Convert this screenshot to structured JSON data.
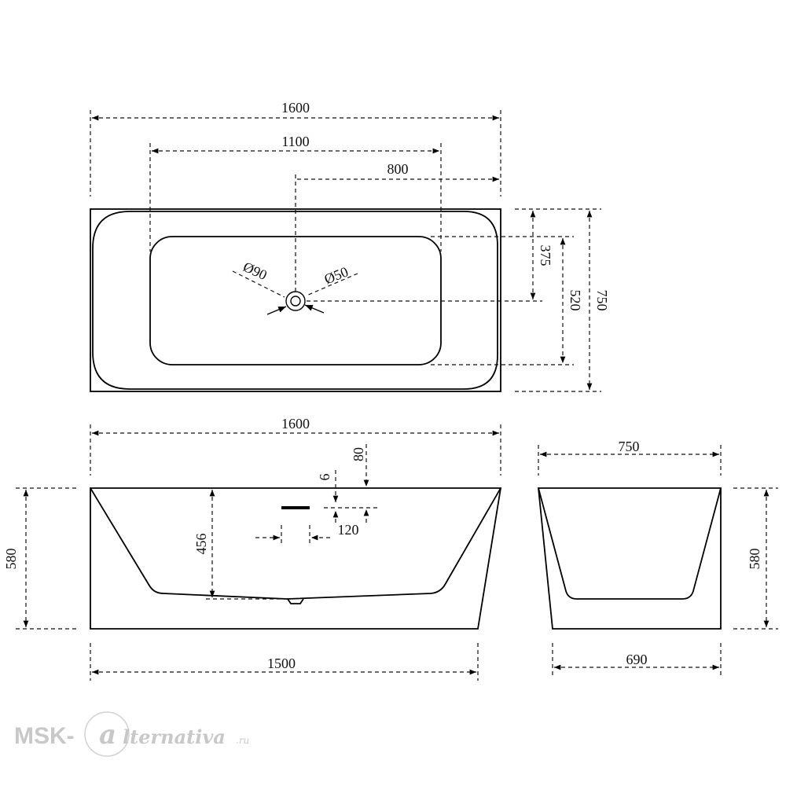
{
  "top_view": {
    "overall_length": "1600",
    "inner_length": "1100",
    "drain_offset": "800",
    "drain_to_edge": "375",
    "inner_width": "520",
    "overall_width": "750",
    "overflow_diameter": "Ø90",
    "drain_diameter": "Ø50"
  },
  "front_view": {
    "top_length": "1600",
    "bottom_length": "1500",
    "height": "580",
    "inner_depth": "456",
    "overflow_thickness": "6",
    "overflow_height": "80",
    "overflow_width": "120"
  },
  "side_view": {
    "top_width": "750",
    "bottom_width": "690",
    "height": "580"
  },
  "watermark": {
    "brand_prefix": "MSK-",
    "brand_letter": "a",
    "brand_rest": "lternativa",
    "brand_suffix": ".ru"
  }
}
